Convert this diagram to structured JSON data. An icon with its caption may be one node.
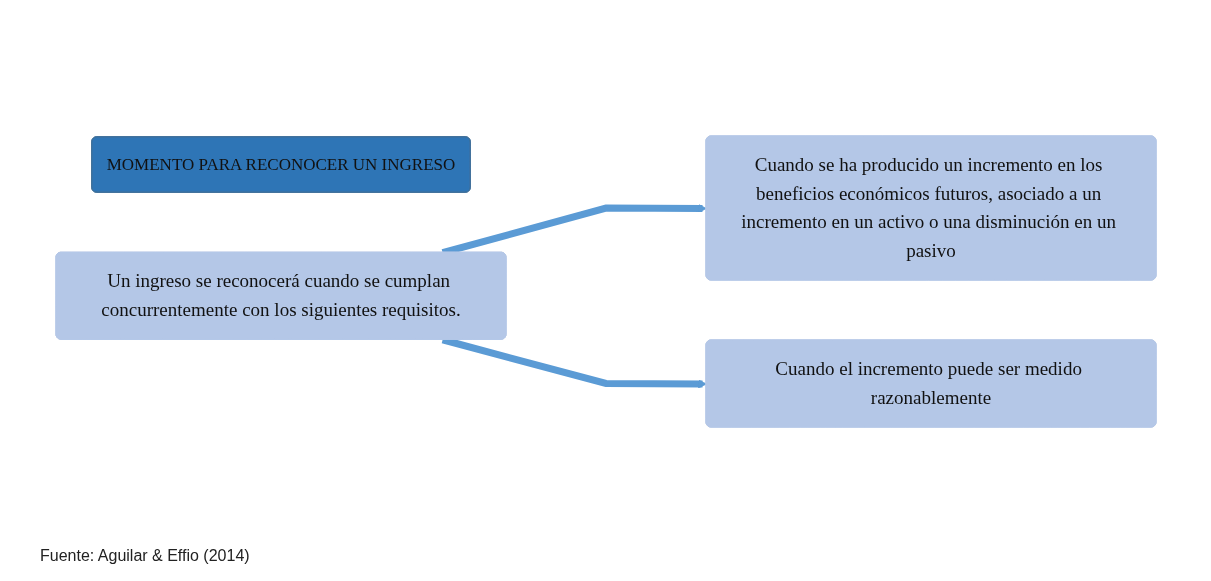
{
  "diagram": {
    "caption": "Fuente: Aguilar & Effio (2014)",
    "nodes": [
      {
        "text": [
          "MOMENTO PARA RECONOCER UN INGRESO"
        ]
      },
      {
        "text": [
          "Un ingreso se reconocerá cuando se cumplan concurrentemente con los siguientes requisitos."
        ]
      },
      {
        "text": [
          "Cuando se ha producido un incremento en los beneficios económicos futuros, asociado a un incremento en un activo o una disminución en un pasivo"
        ]
      },
      {
        "text": [
          "Cuando el incremento puede ser medido razonablemente"
        ]
      }
    ],
    "edges": [
      {
        "from": 1,
        "to": 2,
        "arrow": "to"
      },
      {
        "from": 1,
        "to": 3,
        "arrow": "to"
      }
    ]
  }
}
